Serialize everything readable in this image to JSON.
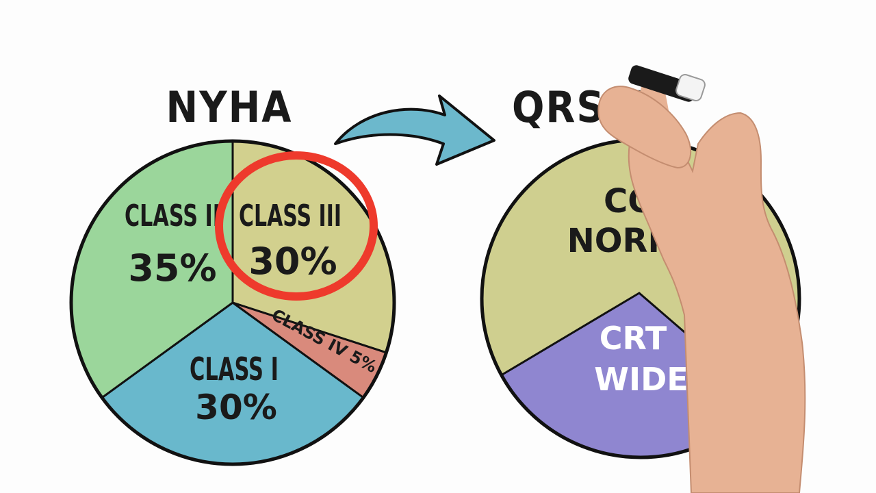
{
  "charts": {
    "left_title": "NYHA",
    "right_title_visible": "QRS C"
  },
  "chart_data": [
    {
      "type": "pie",
      "title": "NYHA",
      "slices": [
        {
          "label": "CLASS III",
          "value": 30,
          "display": "30%",
          "color": "#d2d08e"
        },
        {
          "label": "CLASS IV",
          "value": 5,
          "display": "5%",
          "color": "#d98a7c"
        },
        {
          "label": "CLASS I",
          "value": 30,
          "display": "30%",
          "color": "#69b8cc"
        },
        {
          "label": "CLASS II",
          "value": 35,
          "display": "35%",
          "color": "#9bd69b"
        }
      ],
      "highlight": "CLASS III"
    },
    {
      "type": "pie",
      "title": "QRS C",
      "slices": [
        {
          "label": "CO NORMA",
          "color": "#cfcf8f"
        },
        {
          "label": "CRT WIDE",
          "color": "#8f86d0"
        }
      ]
    }
  ],
  "labels": {
    "class2_name": "CLASS II",
    "class2_pct": "35%",
    "class3_name": "CLASS III",
    "class3_pct": "30%",
    "class4": "CLASS IV 5%",
    "class1_name": "CLASS I",
    "class1_pct": "30%",
    "right_top_1": "CO",
    "right_top_2": "NORMA",
    "right_bottom_1": "CRT",
    "right_bottom_2": "WIDE"
  },
  "colors": {
    "arrow": "#6cb8cc",
    "highlight_ring": "#ee3a2c",
    "outline": "#111111",
    "skin": "#e7b294"
  }
}
